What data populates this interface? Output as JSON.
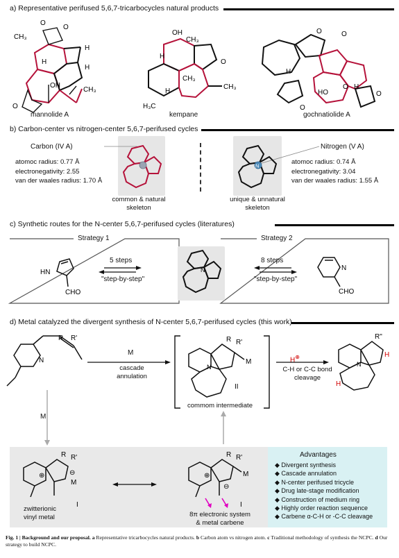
{
  "sections": {
    "a": "a) Representative perifused 5,6,7-tricarbocycles natural products",
    "b": "b) Carbon-center vs nitrogen-center 5,6,7-perifused cycles",
    "c": "c) Synthetic routes for the N-center 5,6,7-perifused cycles (literatures)",
    "d": "d) Metal catalyzed the divergent synthesis of N-center 5,6,7-perifused cycles (this work)"
  },
  "products": {
    "mannolide": "mannolide A",
    "kempane": "kempane",
    "gochnatiolide": "gochnatiolide A"
  },
  "atom_labels": {
    "CH3": "CH₃",
    "H3C": "H₃C",
    "OH": "OH",
    "H": "H",
    "O": "O",
    "HO": "HO",
    "N": "N",
    "HN": "HN",
    "CHO": "CHO",
    "R": "R",
    "R1": "R'",
    "R2": "R\"",
    "M": "M",
    "II": "II",
    "I": "I",
    "plus": "⊕",
    "minus": "⊖"
  },
  "compare": {
    "carbon_title": "Carbon (IV A)",
    "carbon_props": [
      "atomoc radius: 0.77 Å",
      "electronegativity: 2.55",
      "van der waales radius: 1.70 Å"
    ],
    "carbon_caption": [
      "common & natural",
      "skeleton"
    ],
    "nitrogen_title": "Nitrogen (V A)",
    "nitrogen_props": [
      "atomoc radius: 0.74 Å",
      "electronegativity: 3.04",
      "van der waales radius: 1.55 Å"
    ],
    "nitrogen_caption": [
      "unique & unnatural",
      "skeleton"
    ]
  },
  "strategies": {
    "s1_title": "Strategy 1",
    "s1_steps": "5 steps",
    "s1_mode": "\"step-by-step\"",
    "s2_title": "Strategy 2",
    "s2_steps": "8 steps",
    "s2_mode": "\"step-by-step\""
  },
  "work": {
    "metal": "M",
    "cascade": "cascade",
    "annulation": "annulation",
    "common_intermediate": "commom intermediate",
    "hplus": "H",
    "cleavage_line1": "C-H or C-C bond",
    "cleavage_line2": "cleavage",
    "down_metal": "M",
    "zwitterionic_line1": "zwitterionic",
    "zwitterionic_line2": "vinyl metal",
    "pi_line1": "8π electronic system",
    "pi_line2": "& metal carbene"
  },
  "advantages": {
    "title": "Advantages",
    "items": [
      "Divergent synthesis",
      "Cascade annulation",
      "N-center perifused tricycle",
      "Drug late-stage modification",
      "Construction of medium ring",
      "Highly order reaction sequence",
      "Carbene α-C-H or -C-C cleavage"
    ]
  },
  "caption": {
    "label": "Fig. 1 | Background and our proposal.",
    "a_label": "a",
    "a_text": "Representative tricarbocycles natural products.",
    "b_label": "b",
    "b_text": "Carbon atom vs nitrogen atom.",
    "c_label": "c",
    "c_text": "Traditional methodology of synthesis the NCPC.",
    "d_label": "d",
    "d_text": "Our strategy to build NCPC."
  }
}
